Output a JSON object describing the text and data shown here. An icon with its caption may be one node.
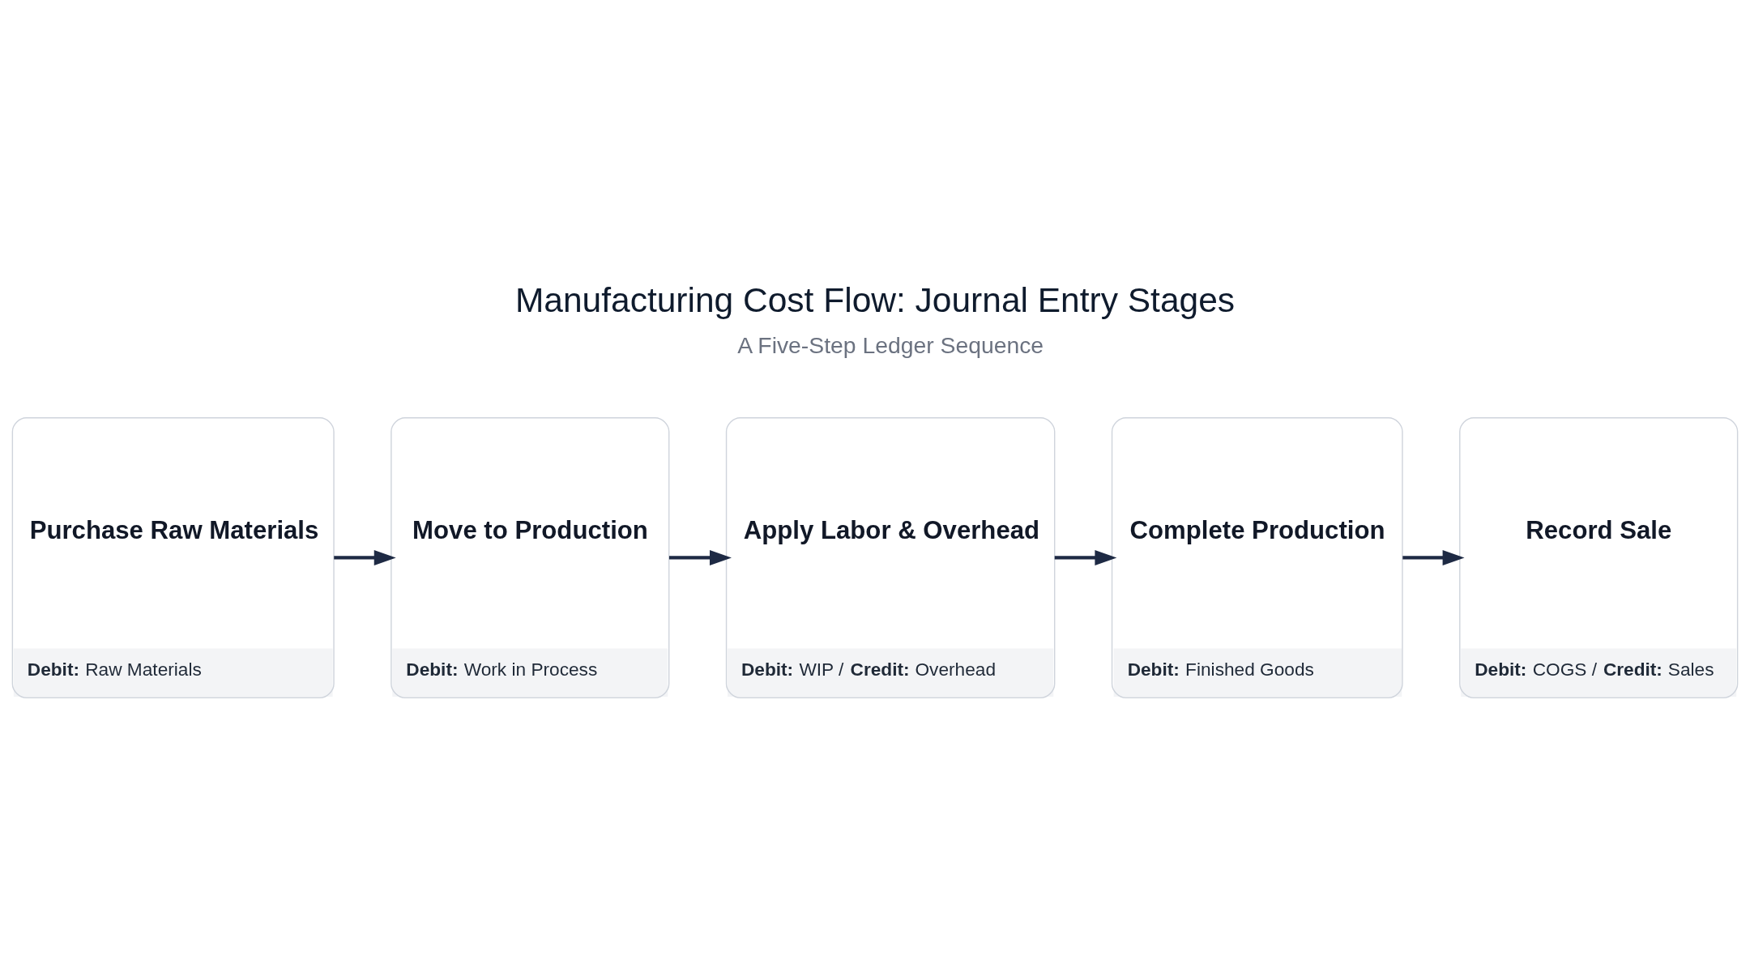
{
  "diagram": {
    "title": "Manufacturing Cost Flow: Journal Entry Stages",
    "nodes": [
      {
        "text": [
          "Purchase Raw Materials",
          "**Debit:** Raw Materials"
        ]
      },
      {
        "text": [
          "Move to Production",
          "**Debit:** Work in Process"
        ]
      },
      {
        "text": [
          "Apply Labor & Overhead",
          "**Debit:** WIP / **Credit:** Overhead"
        ]
      },
      {
        "text": [
          "Complete Production",
          "**Debit:** Finished Goods"
        ]
      },
      {
        "text": [
          "Record Sale",
          "**Debit:** COGS / **Credit:** Sales"
        ]
      }
    ],
    "edges": [
      {
        "from": 0,
        "to": 1,
        "arrow": "to"
      },
      {
        "from": 1,
        "to": 2,
        "arrow": "to"
      },
      {
        "from": 2,
        "to": 3,
        "arrow": "to"
      },
      {
        "from": 3,
        "to": 4,
        "arrow": "to"
      }
    ],
    "labels": [
      "A Five-Step Ledger Sequence"
    ]
  }
}
